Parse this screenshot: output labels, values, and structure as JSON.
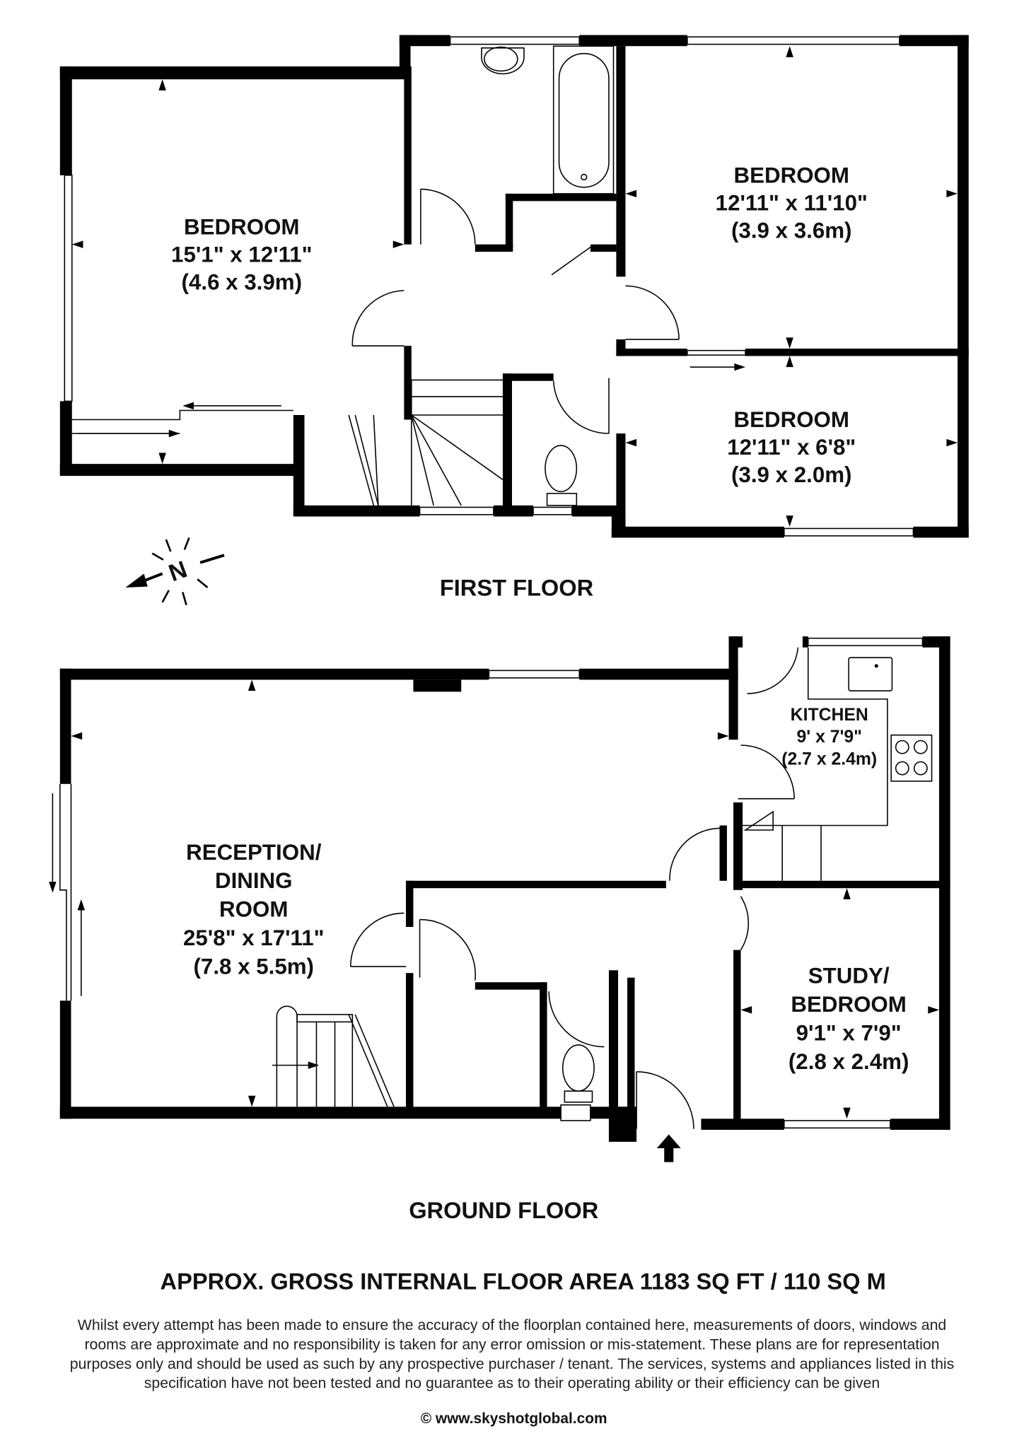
{
  "first_floor": {
    "title": "FIRST FLOOR",
    "rooms": [
      {
        "name": "BEDROOM",
        "imperial": "15'1\" x 12'11\"",
        "metric": "(4.6 x 3.9m)"
      },
      {
        "name": "BEDROOM",
        "imperial": "12'11\" x 11'10\"",
        "metric": "(3.9 x 3.6m)"
      },
      {
        "name": "BEDROOM",
        "imperial": "12'11\" x 6'8\"",
        "metric": "(3.9 x 2.0m)"
      }
    ],
    "compass": {
      "label": "N",
      "icon": "north-arrow-icon"
    }
  },
  "ground_floor": {
    "title": "GROUND FLOOR",
    "rooms": [
      {
        "name": [
          "RECEPTION/",
          "DINING",
          "ROOM"
        ],
        "imperial": "25'8\" x 17'11\"",
        "metric": "(7.8 x 5.5m)"
      },
      {
        "name": [
          "KITCHEN"
        ],
        "imperial": "9' x 7'9\"",
        "metric": "(2.7 x 2.4m)"
      },
      {
        "name": [
          "STUDY/",
          "BEDROOM"
        ],
        "imperial": "9'1\" x 7'9\"",
        "metric": "(2.8 x 2.4m)"
      }
    ],
    "entrance_icon": "entrance-arrow-icon"
  },
  "footer": {
    "area": "APPROX. GROSS INTERNAL FLOOR AREA 1183 SQ FT / 110 SQ M",
    "disclaimer": [
      "Whilst every attempt has been made to ensure the accuracy of the floorplan contained here, measurements of doors, windows and",
      "rooms are approximate and no responsibility is taken for any error omission or mis-statement. These plans are for representation",
      "purposes only and should  be used as such by any prospective purchaser / tenant. The services, systems and appliances listed in this",
      "specification have not been tested and no guarantee as to their operating ability or their efficiency can be given"
    ],
    "copyright": "© www.skyshotglobal.com"
  }
}
